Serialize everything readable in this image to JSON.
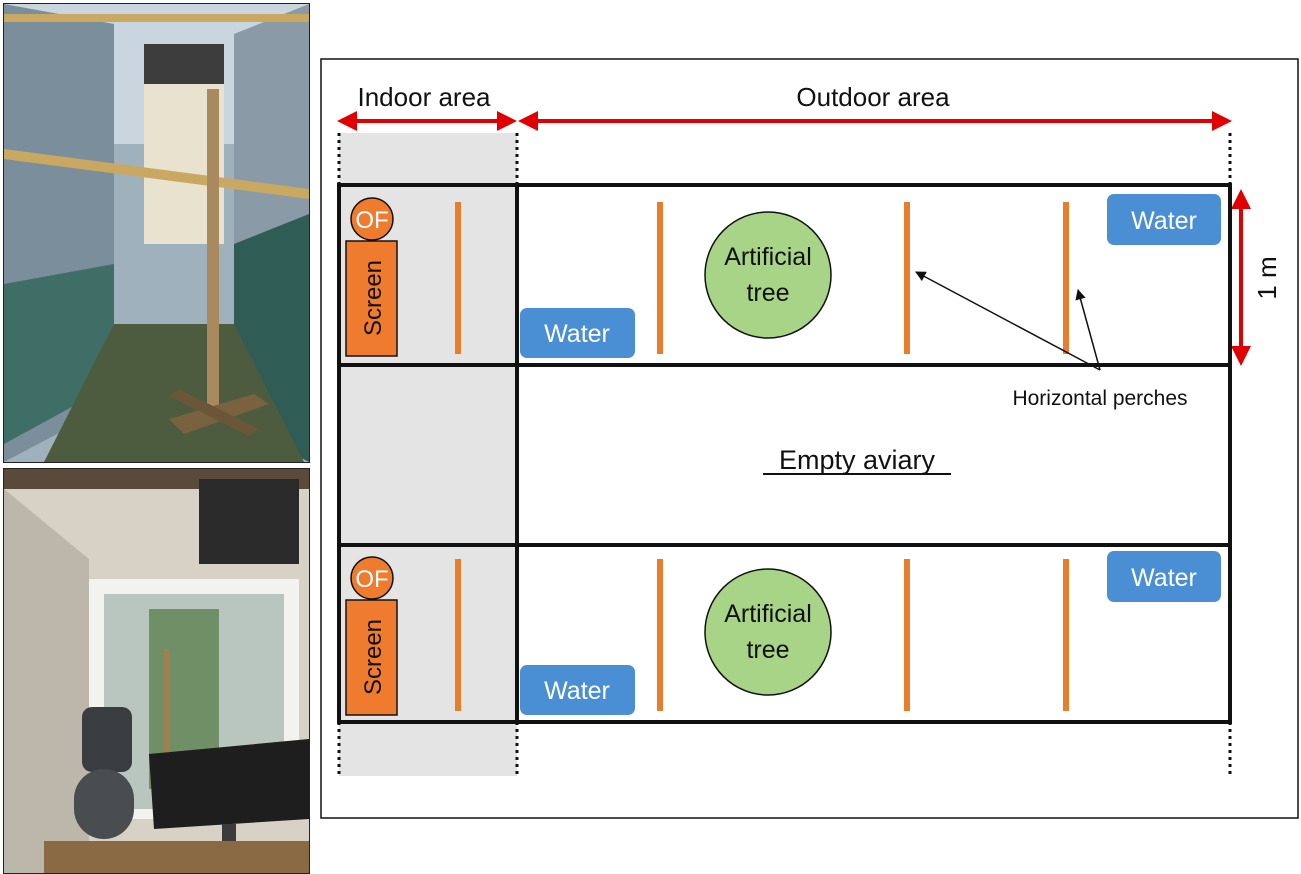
{
  "photos": [
    {
      "kind": "outdoor-aviary-photo",
      "description_icon": "photo-icon"
    },
    {
      "kind": "indoor-room-photo",
      "description_icon": "photo-icon"
    }
  ],
  "diagram": {
    "indoor_label": "Indoor area",
    "outdoor_label": "Outdoor area",
    "scale_label": "1 m",
    "perches_label": "Horizontal perches",
    "empty_label": "Empty aviary",
    "top_aviary": {
      "of_label": "OF",
      "screen_label": "Screen",
      "water_left": "Water",
      "water_right": "Water",
      "tree_line1": "Artificial",
      "tree_line2": "tree"
    },
    "bottom_aviary": {
      "of_label": "OF",
      "screen_label": "Screen",
      "water_left": "Water",
      "water_right": "Water",
      "tree_line1": "Artificial",
      "tree_line2": "tree"
    }
  },
  "colors": {
    "arrow_red": "#e00000",
    "perch_orange": "#e87d2c",
    "of_orange": "#ee7b2e",
    "water_blue": "#4a8fd4",
    "tree_green": "#a7d486",
    "indoor_gray": "#e4e4e4"
  }
}
